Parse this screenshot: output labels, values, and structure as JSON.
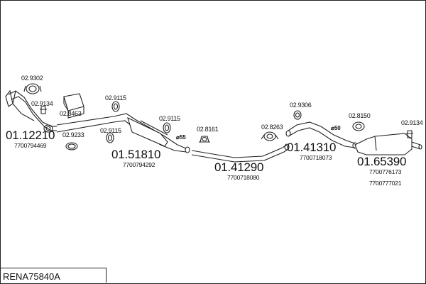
{
  "kit_code": "RENA75840A",
  "parts": [
    {
      "id": "p1",
      "number": "01.12210",
      "oem": [
        "7700794469"
      ]
    },
    {
      "id": "p2",
      "number": "01.51810",
      "oem": [
        "7700794292"
      ]
    },
    {
      "id": "p3",
      "number": "01.41290",
      "oem": [
        "7700718080"
      ]
    },
    {
      "id": "p4",
      "number": "01.41310",
      "oem": [
        "7700718073"
      ]
    },
    {
      "id": "p5",
      "number": "01.65390",
      "oem": [
        "7700776173",
        "7700777021"
      ]
    }
  ],
  "accessories": [
    {
      "id": "a1",
      "number": "02.9302"
    },
    {
      "id": "a2",
      "number": "02.9134"
    },
    {
      "id": "a3",
      "number": "02.8463"
    },
    {
      "id": "a4",
      "number": "02.9233"
    },
    {
      "id": "a5",
      "number": "02.9115"
    },
    {
      "id": "a6",
      "number": "02.9115"
    },
    {
      "id": "a7",
      "number": "02.9115"
    },
    {
      "id": "a8",
      "number": "02.8161"
    },
    {
      "id": "a9",
      "number": "02.8263"
    },
    {
      "id": "a10",
      "number": "02.9306"
    },
    {
      "id": "a11",
      "number": "02.8150"
    },
    {
      "id": "a12",
      "number": "02.9134"
    }
  ],
  "diameters": [
    {
      "id": "d1",
      "label": "⌀55"
    },
    {
      "id": "d2",
      "label": "⌀50"
    }
  ]
}
